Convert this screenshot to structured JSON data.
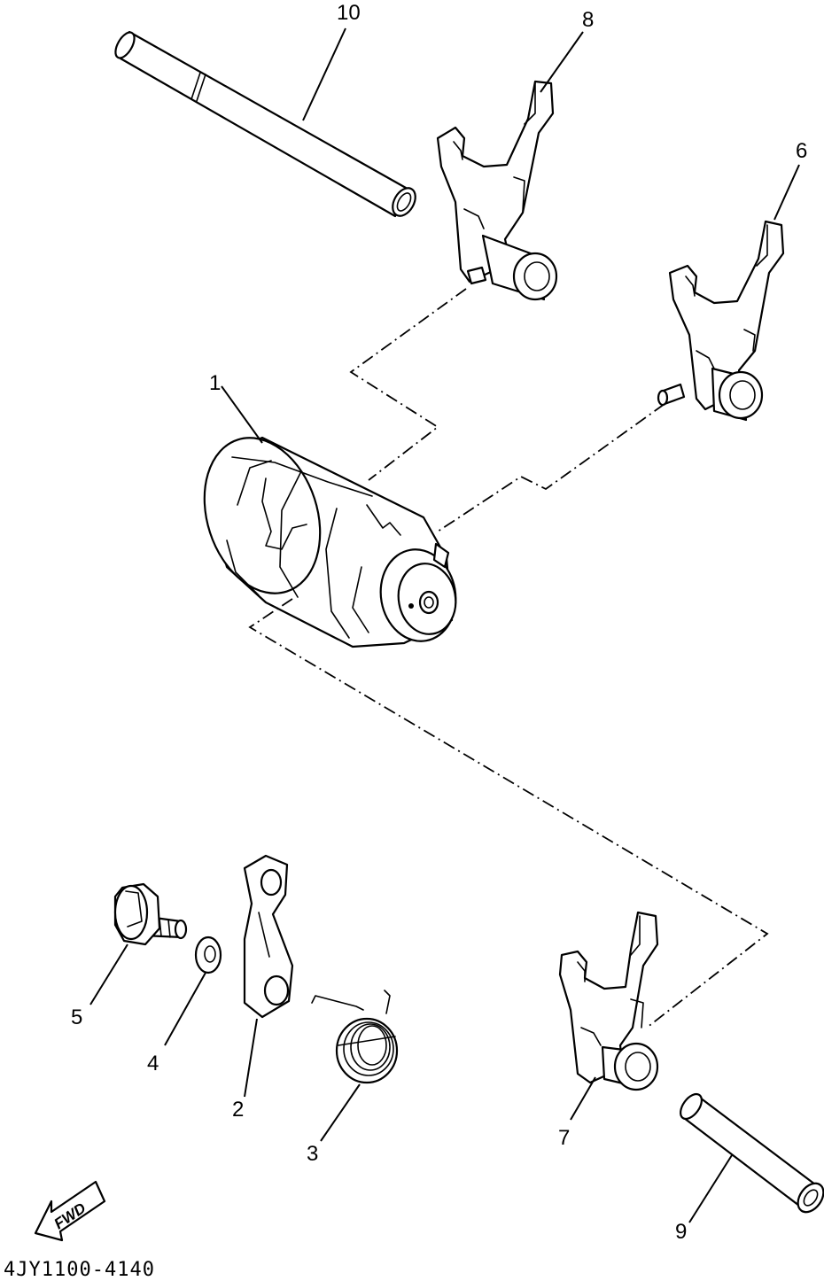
{
  "callouts": {
    "c1": "1",
    "c2": "2",
    "c3": "3",
    "c4": "4",
    "c5": "5",
    "c6": "6",
    "c7": "7",
    "c8": "8",
    "c9": "9",
    "c10": "10"
  },
  "fwd_label": "FWD",
  "diagram_code": "4JY1100-4140"
}
